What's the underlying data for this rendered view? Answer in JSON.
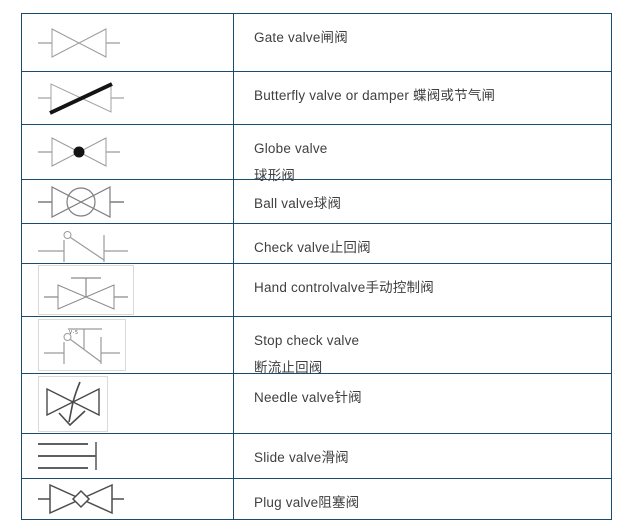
{
  "page": {
    "background": "#ffffff"
  },
  "table": {
    "border_color": "#1b4c6e",
    "text_color": "#3f3f3f",
    "symbol_frame_color": "#d9d9d9",
    "symbol_stroke_light": "#9b9b9b",
    "symbol_stroke_dark": "#4a4a4a",
    "rows": [
      {
        "name": "gate-valve",
        "lines": [
          "Gate valve闸阀"
        ]
      },
      {
        "name": "butterfly-valve",
        "lines": [
          "Butterfly valve or damper 蝶阀或节气闸"
        ]
      },
      {
        "name": "globe-valve",
        "lines": [
          "Globe valve",
          "球形阀"
        ]
      },
      {
        "name": "ball-valve",
        "lines": [
          "Ball valve球阀"
        ]
      },
      {
        "name": "check-valve",
        "lines": [
          "Check valve止回阀"
        ]
      },
      {
        "name": "hand-control-valve",
        "lines": [
          "Hand controlvalve手动控制阀"
        ]
      },
      {
        "name": "stop-check-valve",
        "lines": [
          "Stop check valve",
          "断流止回阀"
        ],
        "symbol_tag": "V-5"
      },
      {
        "name": "needle-valve",
        "lines": [
          "Needle valve针阀"
        ]
      },
      {
        "name": "slide-valve",
        "lines": [
          "Slide valve滑阀"
        ]
      },
      {
        "name": "plug-valve",
        "lines": [
          "Plug valve阻塞阀"
        ]
      }
    ]
  }
}
